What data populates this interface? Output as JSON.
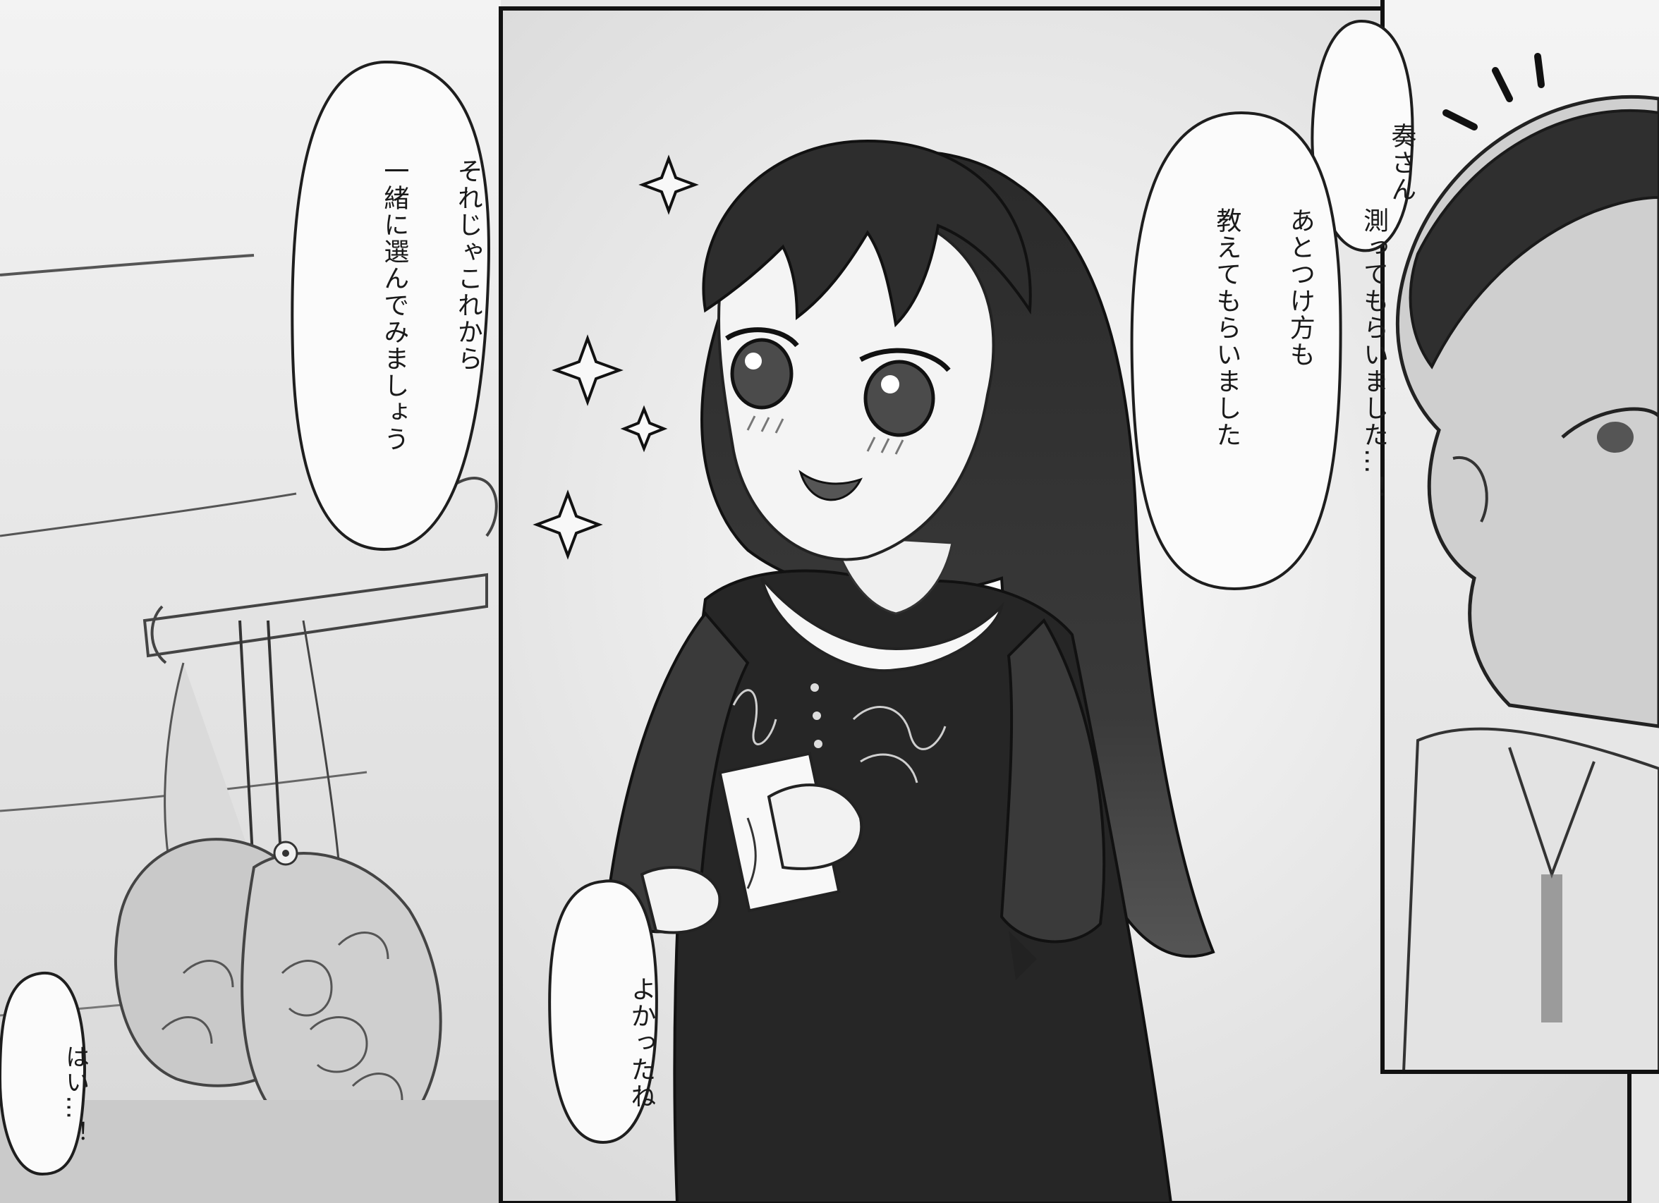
{
  "panels": {
    "left": {
      "bubble_top": {
        "lines": [
          "それじゃこれから",
          "一緒に選んでみましょう"
        ]
      },
      "bubble_bottom": {
        "lines": [
          "はい…！"
        ]
      }
    },
    "center": {
      "bubble_top": {
        "lines": [
          "奏さん"
        ]
      },
      "bubble_main": {
        "lines": [
          "測ってもらいました…！",
          "あとつけ方も",
          "教えてもらいました"
        ]
      },
      "bubble_bottom": {
        "lines": [
          "よかったね"
        ]
      }
    }
  },
  "colors": {
    "ink": "#1e1e1e",
    "paper": "#f2f2f2",
    "screentone_light": "#d4d4d4",
    "screentone_mid": "#a9a9a9",
    "hair": "#2f2f2f",
    "dress": "#262626"
  }
}
